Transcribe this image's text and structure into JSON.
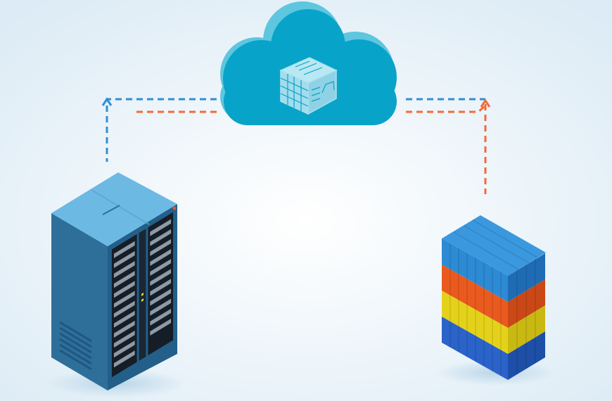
{
  "diagram": {
    "nodes": [
      {
        "id": "cloud",
        "icon": "cloud-database-icon",
        "color": "#0aa5cc"
      },
      {
        "id": "server",
        "icon": "server-rack-icon",
        "color": "#2a6f9e"
      },
      {
        "id": "containers",
        "icon": "shipping-containers-icon",
        "colors": [
          "#2d8ad4",
          "#ea5a1f",
          "#e4d21a",
          "#2a63c9"
        ]
      }
    ],
    "edges": [
      {
        "from": "cloud",
        "to": "server",
        "style": "dashed",
        "color": "#2f8fd6"
      },
      {
        "from": "server",
        "to": "cloud",
        "style": "dashed",
        "color": "#f26b3a"
      },
      {
        "from": "cloud",
        "to": "containers",
        "style": "dashed",
        "color": "#2f8fd6"
      },
      {
        "from": "containers",
        "to": "cloud",
        "style": "dashed",
        "color": "#f26b3a"
      }
    ],
    "colors": {
      "background": "#e4f0f8",
      "blue_dash": "#2f8fd6",
      "orange_dash": "#f26b3a"
    }
  }
}
